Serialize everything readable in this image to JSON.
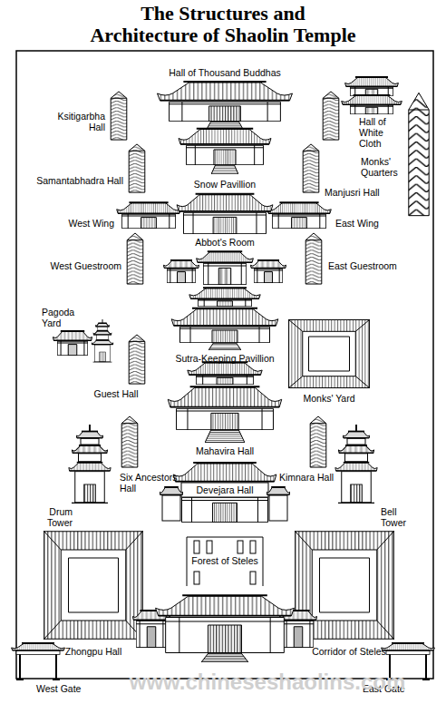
{
  "diagram": {
    "title": "The Structures and Architecture of Shaolin Temple",
    "labels": [
      "Hall of Thousand Buddhas",
      "Ksitigarbha Hall",
      "Hall of White Cloth",
      "Monks' Quarters",
      "Samantabhadra Hall",
      "Snow Pavillion",
      "Manjusri Hall",
      "West Wing",
      "East Wing",
      "Abbot's Room",
      "West Guestroom",
      "East Guestroom",
      "Pagoda Yard",
      "Sutra-Keeping Pavillion",
      "Guest Hall",
      "Monks' Yard",
      "Mahavira Hall",
      "Drum Tower",
      "Six Ancestors Hall",
      "Kimnara Hall",
      "Bell Tower",
      "Devejara Hall",
      "Forest of Steles",
      "Zhongpu Hall",
      "Corridor of Steles",
      "West Gate",
      "East Gate",
      "www.chineseshaolins.com"
    ]
  }
}
